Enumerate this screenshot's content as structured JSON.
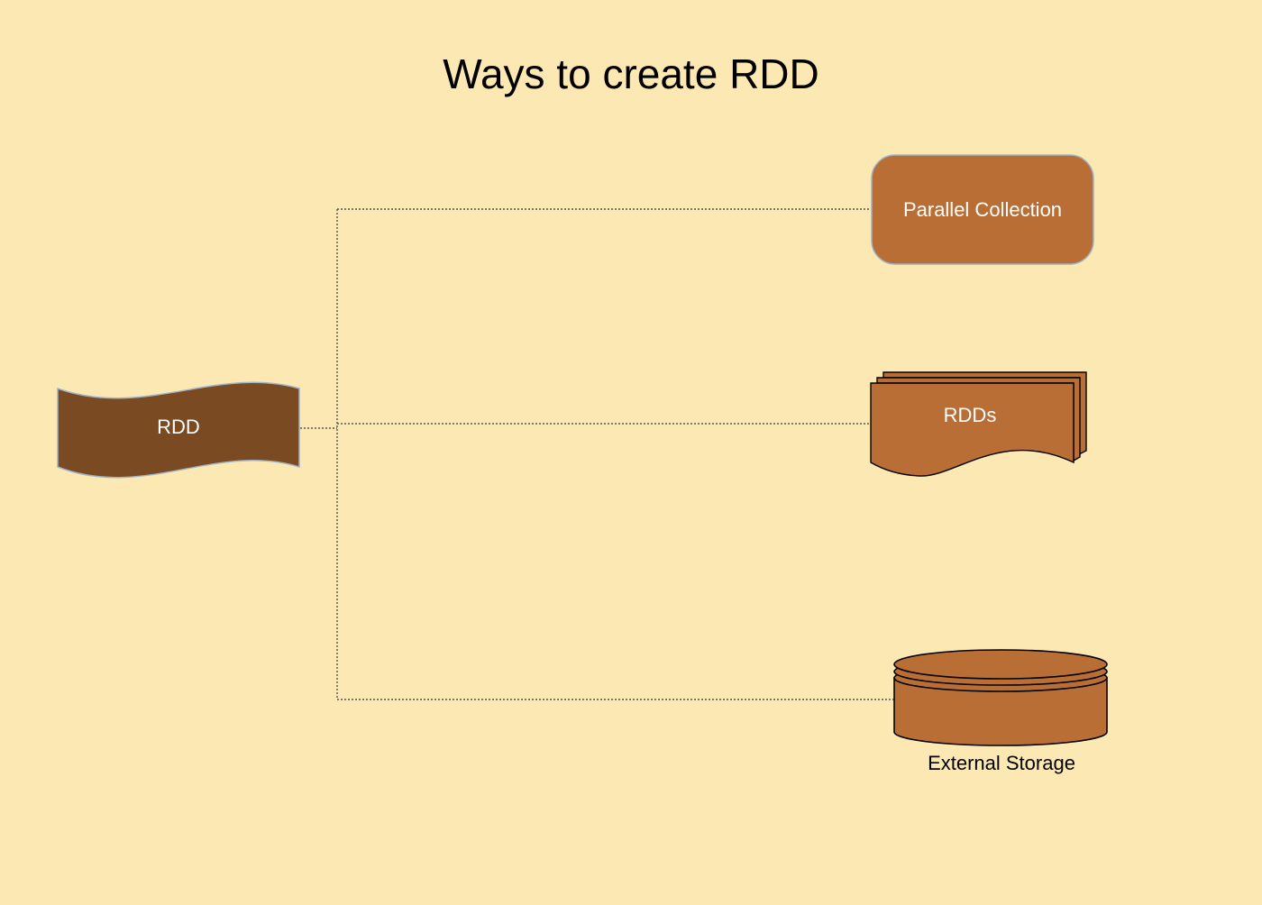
{
  "title": "Ways to create RDD",
  "source": {
    "label": "RDD"
  },
  "targets": [
    {
      "label": "Parallel Collection",
      "shape": "rounded-rectangle"
    },
    {
      "label": "RDDs",
      "shape": "multi-document"
    },
    {
      "label": "External Storage",
      "shape": "disk-storage"
    }
  ],
  "colors": {
    "background": "#fce8b2",
    "source_fill": "#7a4a22",
    "target_fill": "#b86e35",
    "connector": "#555555"
  }
}
